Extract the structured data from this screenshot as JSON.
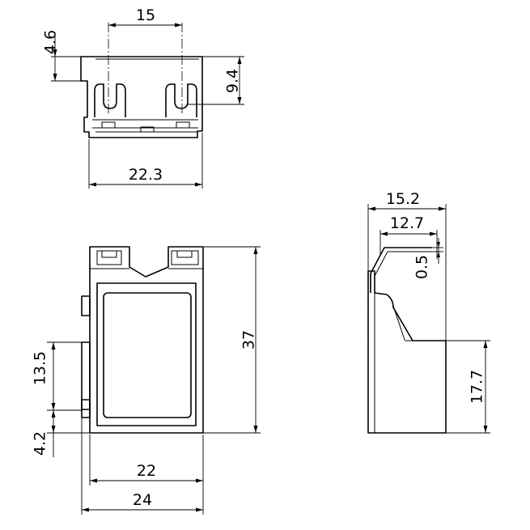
{
  "dimensions": {
    "top_width_between_pins": "15",
    "top_offset_height": "4.6",
    "top_pin_depth": "9.4",
    "top_body_width": "22.3",
    "front_height": "37",
    "front_offset_upper": "13.5",
    "front_offset_lower": "4.2",
    "front_inner_width": "22",
    "front_outer_width": "24",
    "side_overall_width": "15.2",
    "side_inner_width": "12.7",
    "side_thickness": "0.5",
    "side_lower_height": "17.7"
  },
  "colors": {
    "line": "#000000",
    "background": "#ffffff"
  }
}
